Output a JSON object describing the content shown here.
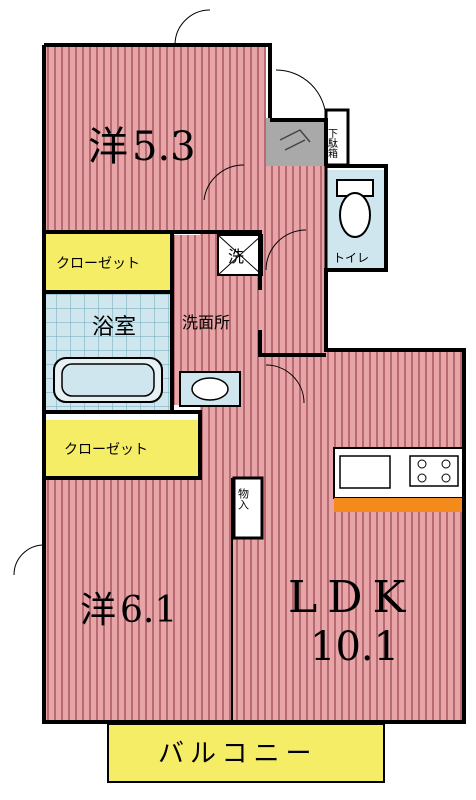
{
  "rooms": {
    "western_1": {
      "name": "洋",
      "size": "5.3"
    },
    "western_2": {
      "name": "洋",
      "size": "6.1"
    },
    "ldk": {
      "name": "LDK",
      "size": "10.1"
    },
    "closet_upper": "クローゼット",
    "closet_lower": "クローゼット",
    "bath": "浴室",
    "washroom": "洗面所",
    "toilet": "トイレ",
    "shoe_box": "下駄箱",
    "laundry_pan": "洗",
    "storage": "物入",
    "balcony": "バルコニー"
  },
  "colors": {
    "floor": "#e7a5a8",
    "floor_stripe": "#b86a72",
    "closet": "#f6ed67",
    "wet_area": "#cfe6ee",
    "balcony": "#f6ed67",
    "kitchen_counter": "#f38a1b",
    "wall": "#000000"
  },
  "icons": [
    "door-swing-icon",
    "stair-icon",
    "toilet-icon",
    "bathtub-icon",
    "sink-icon",
    "stove-icon"
  ]
}
